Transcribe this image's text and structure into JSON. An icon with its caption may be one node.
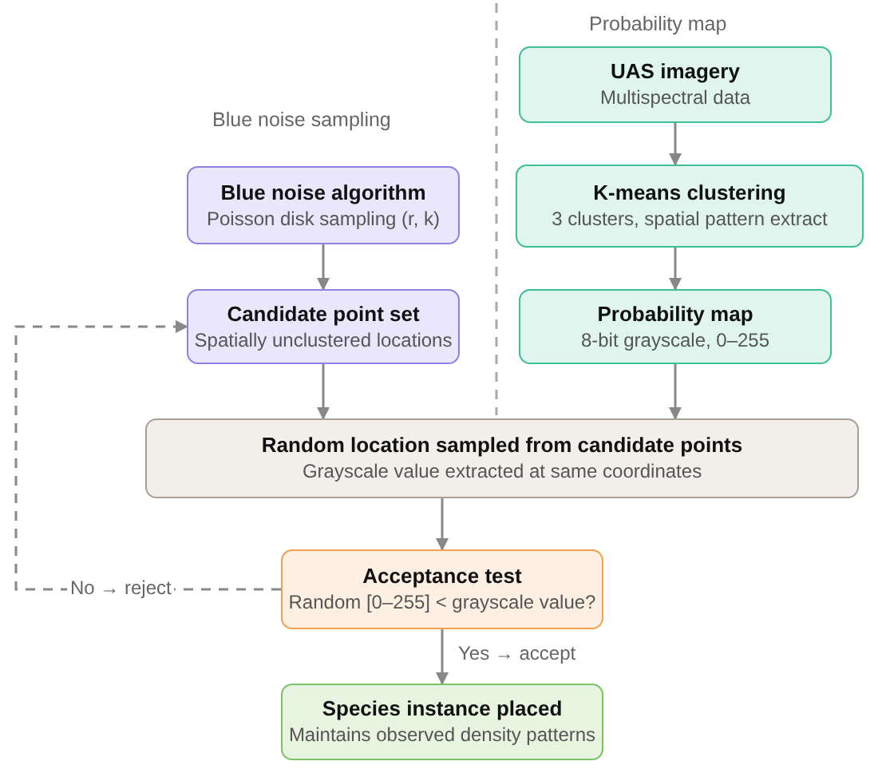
{
  "diagram": {
    "nodes": [
      {
        "text": [
          "UAS imagery",
          "Multispectral data"
        ]
      },
      {
        "text": [
          "K-means clustering",
          "3 clusters, spatial pattern extract"
        ]
      },
      {
        "text": [
          "Probability map",
          "8-bit grayscale, 0–255"
        ]
      },
      {
        "text": [
          "Blue noise algorithm",
          "Poisson disk sampling (r, k)"
        ]
      },
      {
        "text": [
          "Candidate point set",
          "Spatially unclustered locations"
        ]
      },
      {
        "text": [
          "Random location sampled from candidate points",
          "Grayscale value extracted at same coordinates"
        ]
      },
      {
        "text": [
          "Acceptance test",
          "Random [0–255] < grayscale value?"
        ]
      },
      {
        "text": [
          "Species instance placed",
          "Maintains observed density patterns"
        ]
      }
    ],
    "edges": [
      {
        "from": 0,
        "to": 1,
        "arrow": "to"
      },
      {
        "from": 1,
        "to": 2,
        "arrow": "to"
      },
      {
        "from": 3,
        "to": 4,
        "arrow": "to"
      },
      {
        "from": 4,
        "to": 5,
        "arrow": "to"
      },
      {
        "from": 2,
        "to": 5,
        "arrow": "to"
      },
      {
        "from": 5,
        "to": 6,
        "arrow": "to"
      },
      {
        "from": 6,
        "to": 7,
        "arrow": "to",
        "label": "Yes → accept"
      },
      {
        "from": 6,
        "to": 4,
        "arrow": "to",
        "label": "No → reject",
        "style": "dashed"
      }
    ],
    "labels": [
      "Probability map",
      "Blue noise sampling"
    ]
  }
}
